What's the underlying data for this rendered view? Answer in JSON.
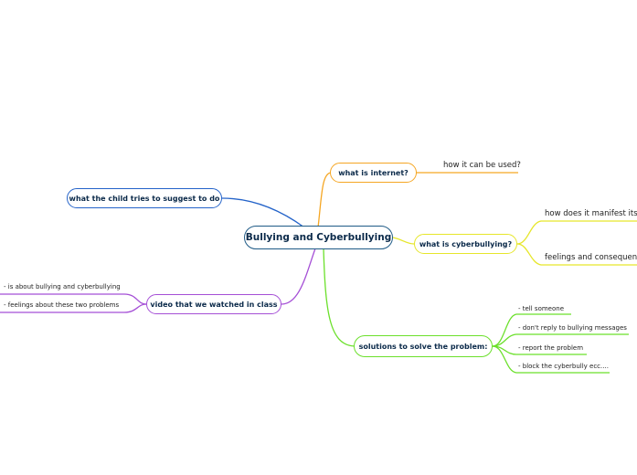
{
  "central": {
    "label": "Bullying and Cyberbullying",
    "color": "#1e5a86"
  },
  "branches": [
    {
      "id": "internet",
      "label": "what is internet?",
      "color": "#f5a623",
      "children": [
        "how it can be used?"
      ]
    },
    {
      "id": "cyber",
      "label": "what is cyberbullying?",
      "color": "#e6e62a",
      "children": [
        "how does it manifest itself",
        "feelings and consequences"
      ]
    },
    {
      "id": "solutions",
      "label": "solutions to solve the problem:",
      "color": "#6be02b",
      "children": [
        "- tell someone",
        "- don't reply to bullying messages",
        "- report the problem",
        "- block the cyberbully ecc...."
      ]
    },
    {
      "id": "video",
      "label": "video that we watched in class",
      "color": "#a54fd6",
      "children": [
        "- is about bullying and cyberbullying",
        "- feelings about these two problems"
      ]
    },
    {
      "id": "child",
      "label": "what the child tries to suggest to do",
      "color": "#2463c9",
      "children": []
    }
  ]
}
